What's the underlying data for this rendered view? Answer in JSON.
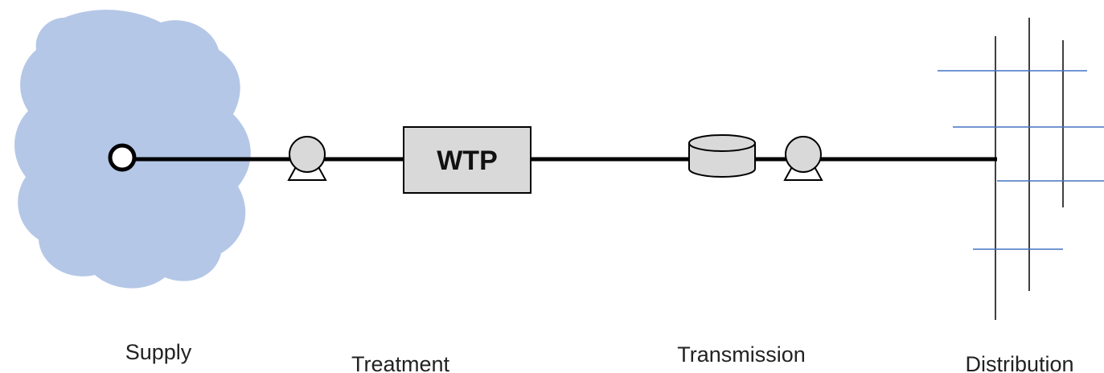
{
  "diagram": {
    "wtp_label": "WTP",
    "stages": {
      "supply": "Supply",
      "treatment": "Treatment",
      "transmission": "Transmission",
      "distribution": "Distribution"
    }
  },
  "colors": {
    "cloud": "#b4c7e7",
    "component_fill": "#d9d9d9",
    "pipe": "#000000",
    "grid_horizontal": "#4472c4",
    "grid_vertical": "#000000"
  },
  "icons": {
    "source": "intake-ring-icon",
    "pump": "pump-icon",
    "treatment_plant": "treatment-plant-box",
    "storage": "storage-tank-icon",
    "network": "distribution-grid"
  }
}
